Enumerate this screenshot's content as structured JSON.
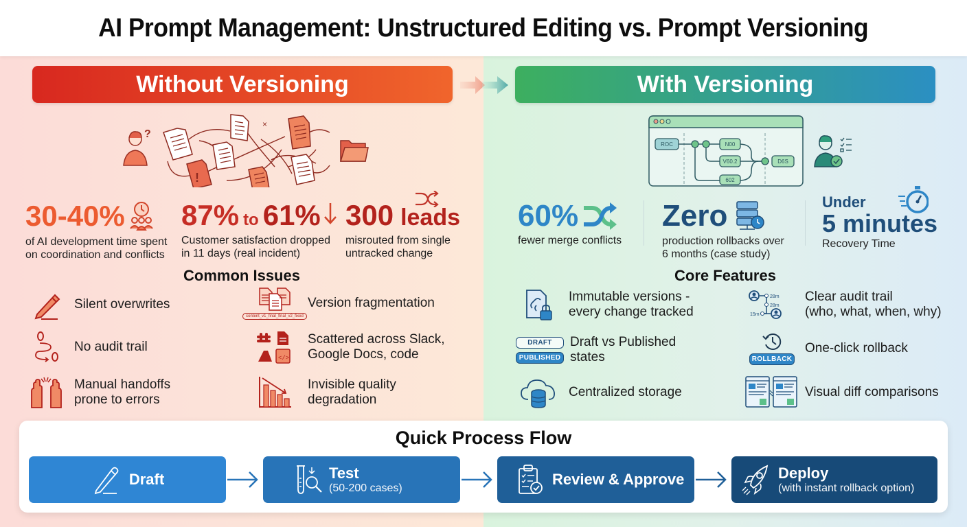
{
  "title": "AI Prompt Management: Unstructured Editing vs. Prompt Versioning",
  "left": {
    "header": "Without Versioning",
    "header_colors": [
      "#d8281f",
      "#f0652c"
    ],
    "illustration": "tangled-documents-confused-person",
    "stats": [
      {
        "value": "30-40%",
        "icon": "clock-team-icon",
        "desc_line1": "of AI development time spent",
        "desc_line2": "on coordination and conflicts"
      },
      {
        "value_a": "87%",
        "connector": "to",
        "value_b": "61%",
        "icon": "down-arrow-icon",
        "desc_line1": "Customer satisfaction dropped",
        "desc_line2": "in 11 days (real incident)"
      },
      {
        "value_num": "300",
        "value_unit": "leads",
        "icon": "shuffle-icon",
        "desc_line1": "misrouted from single",
        "desc_line2": "untracked change"
      }
    ],
    "section_title": "Common Issues",
    "issues": [
      {
        "icon": "pencil-icon",
        "line1": "Silent overwrites",
        "line2": ""
      },
      {
        "icon": "documents-fragment-icon",
        "line1": "Version fragmentation",
        "line2": ""
      },
      {
        "icon": "footsteps-icon",
        "line1": "No audit trail",
        "line2": ""
      },
      {
        "icon": "apps-scattered-icon",
        "line1": "Scattered across Slack,",
        "line2": "Google Docs, code"
      },
      {
        "icon": "hands-icon",
        "line1": "Manual handoffs",
        "line2": "prone to errors"
      },
      {
        "icon": "declining-chart-icon",
        "line1": "Invisible quality",
        "line2": "degradation"
      }
    ],
    "fragment_caption": "content_v1_final_final_v2_fixed"
  },
  "right": {
    "header": "With Versioning",
    "header_colors": [
      "#3daf5f",
      "#2b8fc2"
    ],
    "illustration": {
      "window_nodes": [
        "ROC",
        "N00",
        "V60.2",
        "602",
        "D6S"
      ]
    },
    "stats": [
      {
        "value": "60%",
        "icon": "merge-arrows-icon",
        "desc_line1": "fewer merge conflicts",
        "desc_line2": ""
      },
      {
        "value": "Zero",
        "icon": "server-shield-icon",
        "desc_line1": "production rollbacks over",
        "desc_line2": "6 months (case study)"
      },
      {
        "value_pre": "Under",
        "value": "5 minutes",
        "icon": "stopwatch-icon",
        "desc_line1": "Recovery Time",
        "desc_line2": ""
      }
    ],
    "section_title": "Core Features",
    "features": [
      {
        "icon": "document-lock-icon",
        "line1": "Immutable versions -",
        "line2": "every change tracked"
      },
      {
        "icon": "audit-timeline-icon",
        "line1": "Clear audit trail",
        "line2": "(who, what, when, why)"
      },
      {
        "icon": "draft-published-badges-icon",
        "line1": "Draft vs Published",
        "line2": "states"
      },
      {
        "icon": "history-rollback-icon",
        "line1": "One-click rollback",
        "line2": ""
      },
      {
        "icon": "cloud-database-icon",
        "line1": "Centralized storage",
        "line2": ""
      },
      {
        "icon": "side-by-side-diff-icon",
        "line1": "Visual diff comparisons",
        "line2": ""
      }
    ],
    "badges": {
      "draft": "DRAFT",
      "published": "PUBLISHED",
      "rollback": "ROLLBACK"
    },
    "timeline_labels": [
      "28m",
      "28m",
      "15m"
    ]
  },
  "flow": {
    "title": "Quick Process Flow",
    "steps": [
      {
        "icon": "pencil-icon",
        "label": "Draft",
        "sub": "",
        "color": "#2f86d4"
      },
      {
        "icon": "test-tube-magnifier-icon",
        "label": "Test",
        "sub": "(50-200 cases)",
        "color": "#2874b8"
      },
      {
        "icon": "clipboard-check-icon",
        "label": "Review & Approve",
        "sub": "",
        "color": "#1f5f98"
      },
      {
        "icon": "rocket-icon",
        "label": "Deploy",
        "sub": "(with instant rollback option)",
        "color": "#174a78"
      }
    ]
  }
}
